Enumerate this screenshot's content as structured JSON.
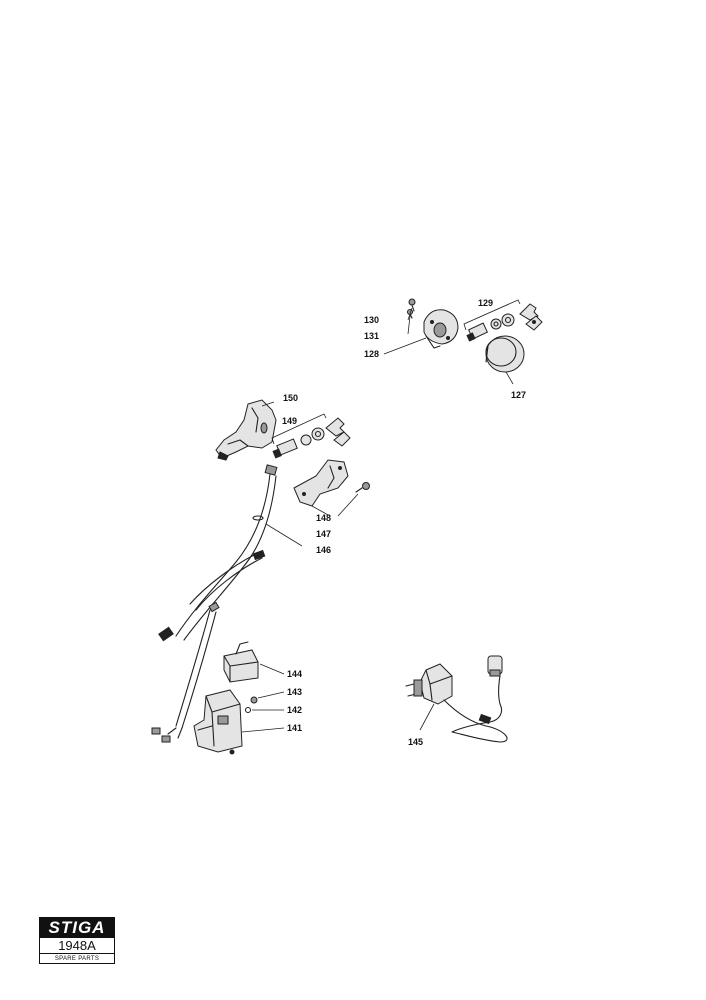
{
  "logo": {
    "brand": "STIGA",
    "code": "1948A",
    "subtitle": "SPARE PARTS"
  },
  "callouts": {
    "p127": "127",
    "p128": "128",
    "p129": "129",
    "p130": "130",
    "p131": "131",
    "p141": "141",
    "p142": "142",
    "p143": "143",
    "p144": "144",
    "p145": "145",
    "p146": "146",
    "p147": "147",
    "p148": "148",
    "p149": "149",
    "p150": "150"
  }
}
